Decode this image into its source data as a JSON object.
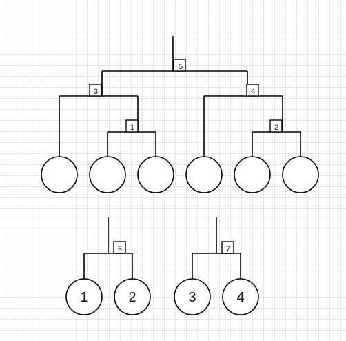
{
  "top_tree": {
    "box_labels": [
      "5",
      "3",
      "4",
      "1",
      "2"
    ],
    "leaf_labels": [
      "",
      "",
      "",
      "",
      "",
      ""
    ]
  },
  "left_tree": {
    "box_label": "6",
    "leaf_labels": [
      "1",
      "2"
    ]
  },
  "right_tree": {
    "box_label": "7",
    "leaf_labels": [
      "3",
      "4"
    ]
  }
}
